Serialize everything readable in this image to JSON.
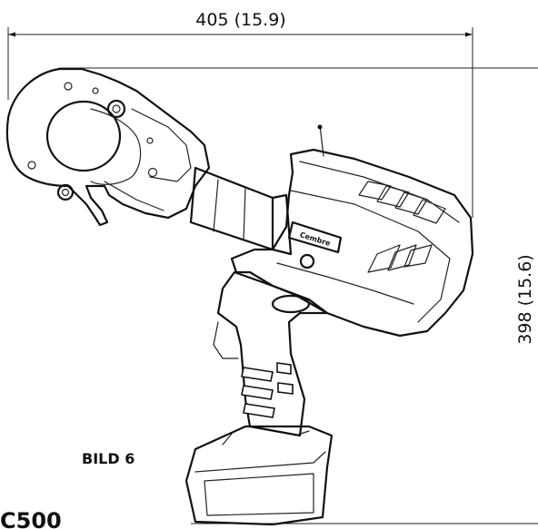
{
  "dimensions": {
    "width_label": "405 (15.9)",
    "height_label": "398 (15.6)"
  },
  "figure_label": "BILD 6",
  "model_label": "C500",
  "brand_plate": "Cembre"
}
